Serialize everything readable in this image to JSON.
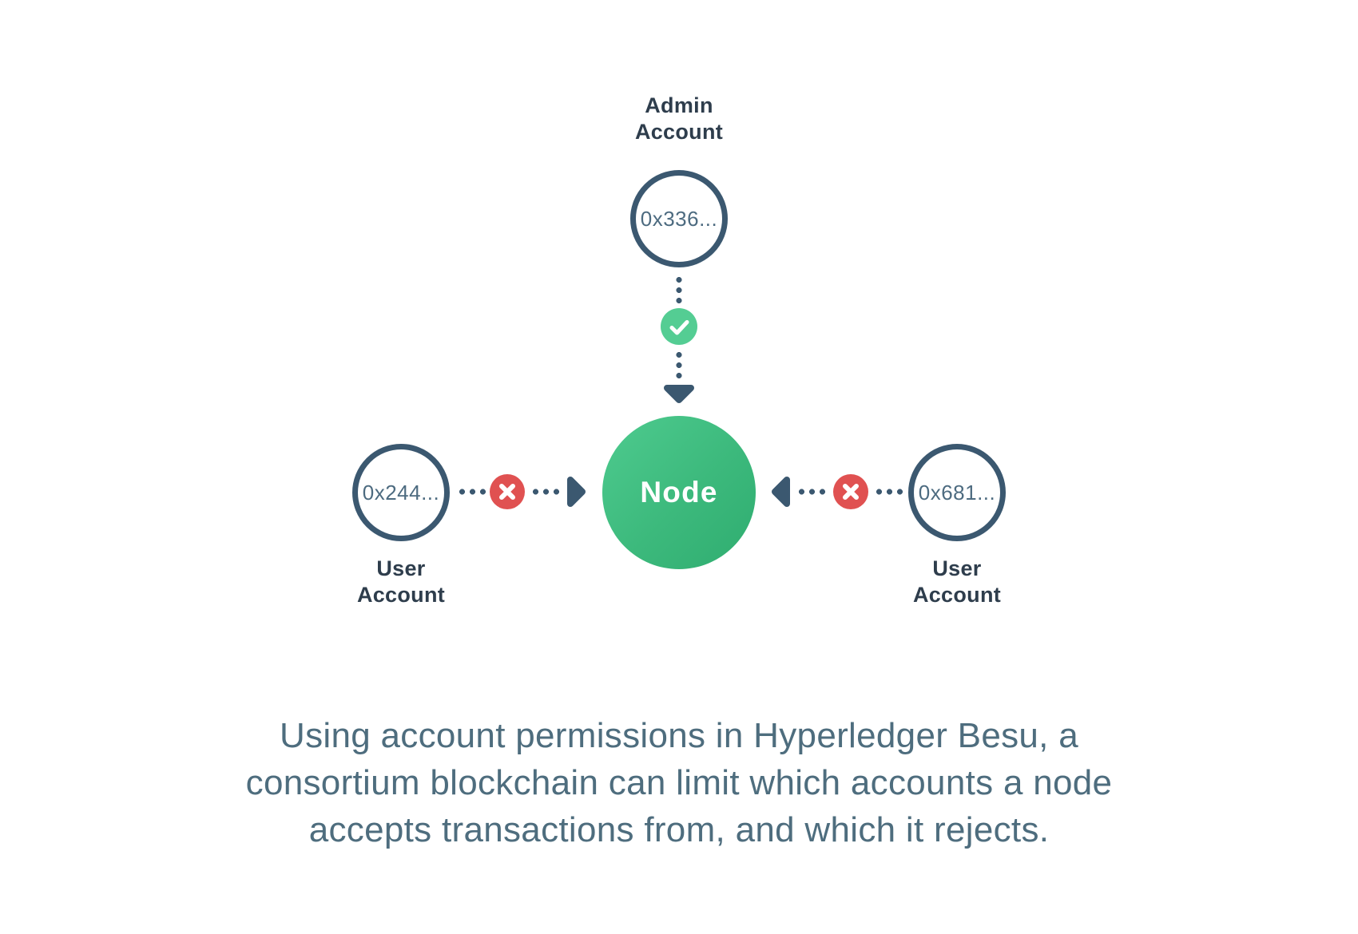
{
  "diagram": {
    "title_implicit": "Hyperledger Besu account permissioning diagram",
    "admin_account": {
      "label": "Admin\nAccount",
      "address": "0x336...",
      "permission": "accepted"
    },
    "node": {
      "label": "Node"
    },
    "user_account_left": {
      "label": "User\nAccount",
      "address": "0x244...",
      "permission": "rejected"
    },
    "user_account_right": {
      "label": "User\nAccount",
      "address": "0x681...",
      "permission": "rejected"
    },
    "icons": {
      "accepted": "check-icon",
      "rejected": "x-icon",
      "flow": "arrow-icon"
    }
  },
  "caption": {
    "lines": [
      "Using account permissions in Hyperledger Besu, a",
      "consortium blockchain can limit which accounts a node",
      "accepts transactions from, and which it rejects."
    ]
  },
  "colors": {
    "background": "#ffffff",
    "slate_stroke": "#3b5870",
    "label_text": "#2e3d4c",
    "address_text": "#4d6b80",
    "node_green_start": "#4ecb8f",
    "node_green_end": "#2fad70",
    "check_green": "#54cd93",
    "reject_red": "#e05151",
    "caption_text": "#4e6d7e"
  }
}
